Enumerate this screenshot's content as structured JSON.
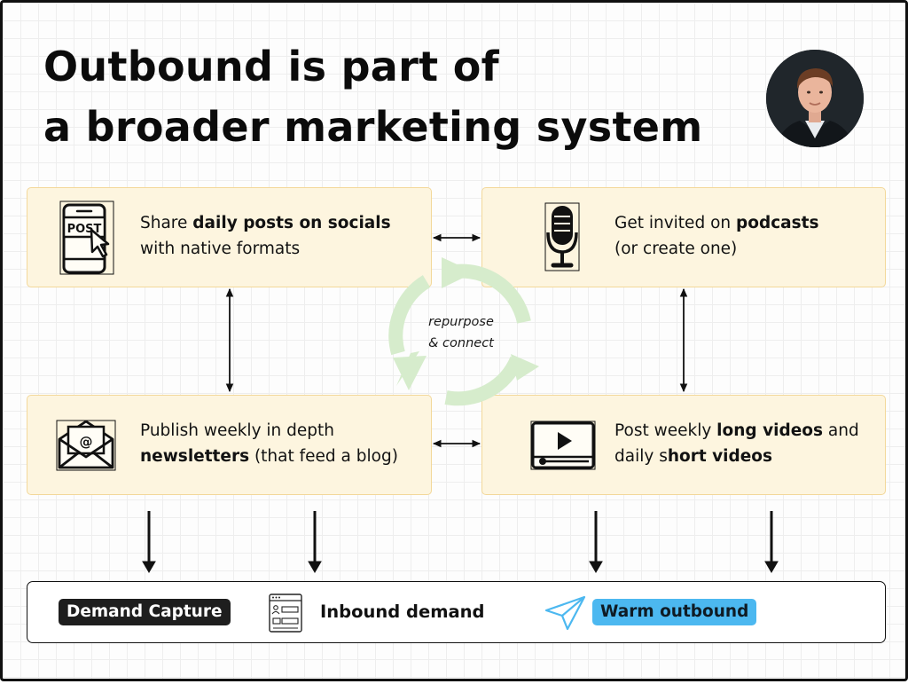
{
  "title": {
    "line1": "Outbound is part of",
    "line2": "a broader marketing system"
  },
  "cards": {
    "social": {
      "icon": "phone-post-icon",
      "line1_pre": "Share ",
      "line1_bold": "daily posts on socials",
      "line2": "with native formats",
      "icon_text": "POST"
    },
    "podcast": {
      "icon": "microphone-icon",
      "line1_pre": "Get invited on ",
      "line1_bold": "podcasts",
      "line2": "(or create one)"
    },
    "newsletter": {
      "icon": "email-envelope-icon",
      "line1": "Publish weekly in depth",
      "line2_bold": "newsletters",
      "line2_post": " (that feed a blog)",
      "icon_text": "@"
    },
    "video": {
      "icon": "video-player-icon",
      "line1_pre": "Post weekly ",
      "line1_bold": "long videos",
      "line1_post": " and",
      "line2_pre": "daily s",
      "line2_bold": "hort videos"
    }
  },
  "center_note": {
    "line1": "repurpose",
    "line2": "& connect"
  },
  "bottom_bar": {
    "demand_capture": "Demand Capture",
    "inbound_demand": "Inbound demand",
    "warm_outbound": "Warm outbound"
  },
  "colors": {
    "card_fill": "#fdf5df",
    "card_border": "#f3d89a",
    "cycle_green": "#d6eccc",
    "warm_outbound_badge": "#4cb8f0",
    "demand_capture_badge": "#1e1e1e"
  }
}
